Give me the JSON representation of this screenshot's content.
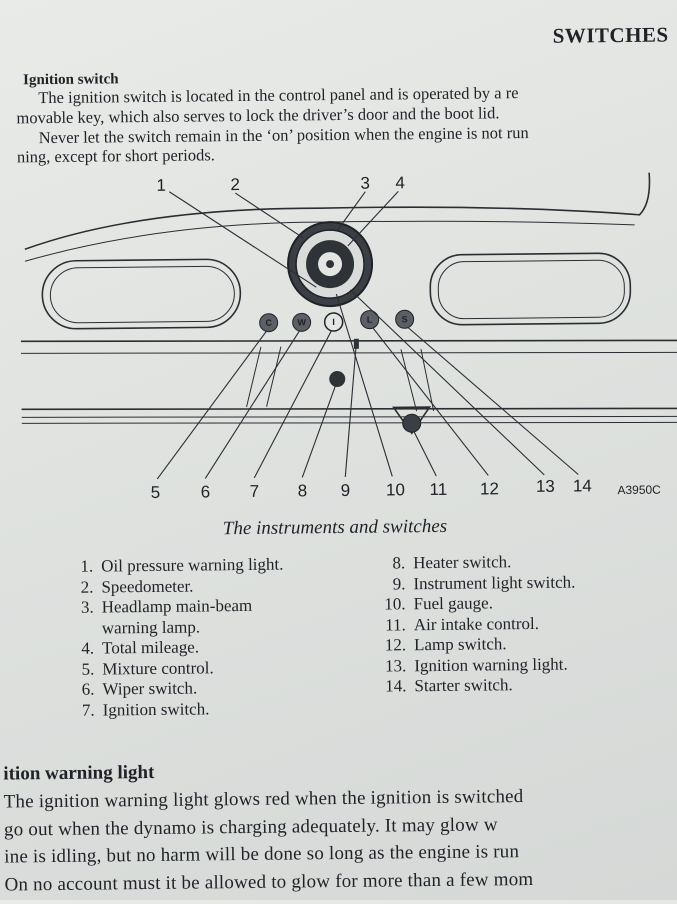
{
  "header": "SWITCHES",
  "ignition_switch": {
    "title": "Ignition switch",
    "para1_line1": "The ignition switch is located in the control panel and is operated by a re",
    "para1_line2": "movable key, which also serves to lock the driver’s door and the boot lid.",
    "para2_line1": "Never let the switch remain in the ‘on’ position when the engine is not run",
    "para2_line2": "ning, except for short periods."
  },
  "figure": {
    "top_labels": [
      "1",
      "2",
      "3",
      "4"
    ],
    "bottom_labels": [
      "5",
      "6",
      "7",
      "8",
      "9",
      "10",
      "11",
      "12",
      "13",
      "14"
    ],
    "code": "A3950C",
    "knob_letters": [
      "C",
      "W",
      "I",
      "L",
      "S"
    ],
    "caption": "The instruments and switches"
  },
  "legend_left": [
    {
      "num": "1.",
      "text": "Oil pressure warning light."
    },
    {
      "num": "2.",
      "text": "Speedometer."
    },
    {
      "num": "3.",
      "text": "Headlamp main-beam"
    },
    {
      "num": "",
      "text": "warning lamp."
    },
    {
      "num": "4.",
      "text": "Total mileage."
    },
    {
      "num": "5.",
      "text": "Mixture control."
    },
    {
      "num": "6.",
      "text": "Wiper switch."
    },
    {
      "num": "7.",
      "text": "Ignition switch."
    }
  ],
  "legend_right": [
    {
      "num": "8.",
      "text": "Heater switch."
    },
    {
      "num": "9.",
      "text": "Instrument light switch."
    },
    {
      "num": "10.",
      "text": "Fuel gauge."
    },
    {
      "num": "11.",
      "text": "Air intake control."
    },
    {
      "num": "12.",
      "text": "Lamp switch."
    },
    {
      "num": "13.",
      "text": "Ignition warning light."
    },
    {
      "num": "14.",
      "text": "Starter switch."
    }
  ],
  "ignition_warning": {
    "title": "ition warning light",
    "lines": [
      "The ignition warning light glows red when the ignition is switched",
      " go out when the dynamo is charging adequately. It may glow w",
      "ine is idling, but no harm will be done so long as the engine is run",
      "On no account must it be allowed to glow for more than a few mom"
    ]
  }
}
